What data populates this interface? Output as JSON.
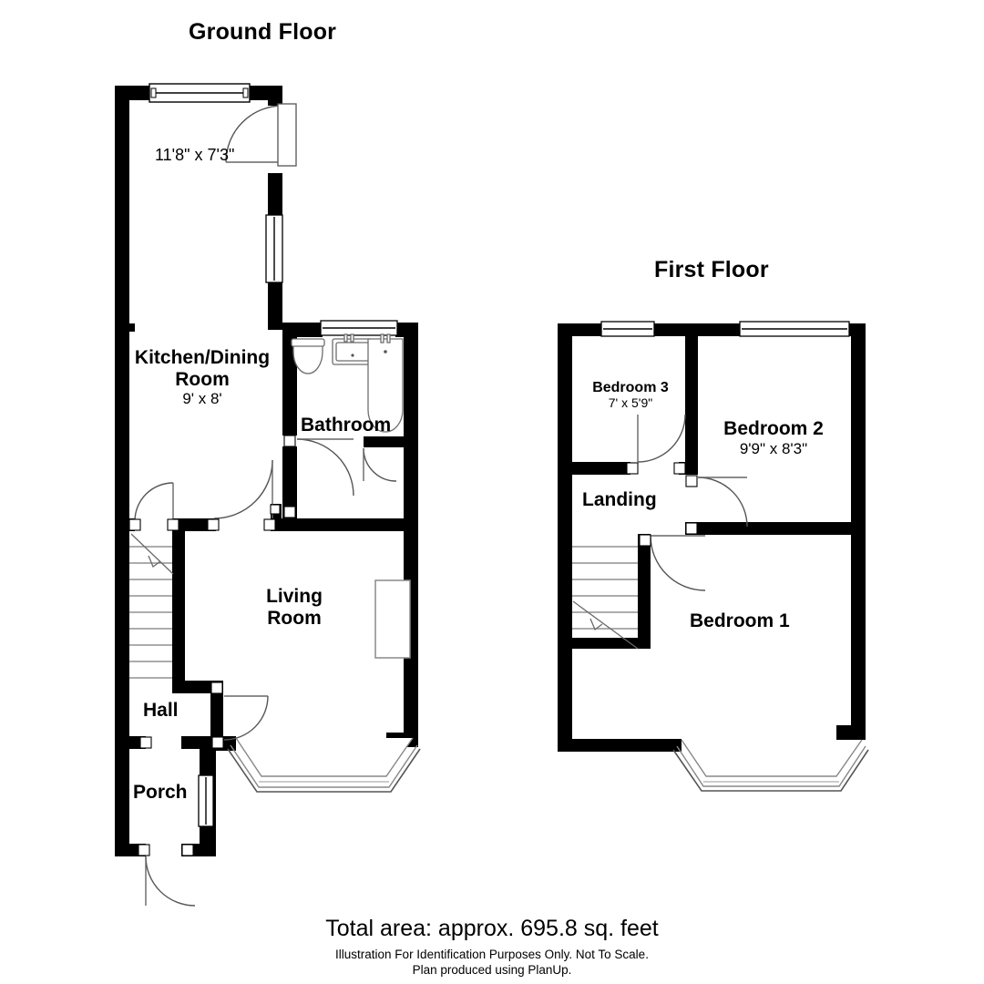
{
  "document": {
    "type": "floor-plan",
    "total_area": "Total area: approx. 695.8 sq. feet",
    "disclaimer_line1": "Illustration For Identification Purposes Only. Not To Scale.",
    "disclaimer_line2": "Plan produced using PlanUp.",
    "wall_color": "#000000",
    "background_color": "#ffffff",
    "text_color": "#000000",
    "fixture_line_color": "#555555"
  },
  "floors": [
    {
      "id": "ground",
      "title": "Ground Floor",
      "rooms": [
        {
          "id": "kitchen-dining",
          "name": "Kitchen/Dining Room",
          "dimensions": "9' x 8'"
        },
        {
          "id": "rear-extension",
          "name": "",
          "dimensions": "11'8\" x 7'3\""
        },
        {
          "id": "bathroom",
          "name": "Bathroom",
          "dimensions": ""
        },
        {
          "id": "living-room",
          "name": "Living Room",
          "dimensions": ""
        },
        {
          "id": "hall",
          "name": "Hall",
          "dimensions": ""
        },
        {
          "id": "porch",
          "name": "Porch",
          "dimensions": ""
        }
      ],
      "features": [
        "staircase",
        "bay-window",
        "front-door",
        "rear-window",
        "bath",
        "wc",
        "sink",
        "fireplace"
      ]
    },
    {
      "id": "first",
      "title": "First Floor",
      "rooms": [
        {
          "id": "bedroom-3",
          "name": "Bedroom 3",
          "dimensions": "7' x 5'9\""
        },
        {
          "id": "bedroom-2",
          "name": "Bedroom 2",
          "dimensions": "9'9\" x 8'3\""
        },
        {
          "id": "bedroom-1",
          "name": "Bedroom 1",
          "dimensions": ""
        },
        {
          "id": "landing",
          "name": "Landing",
          "dimensions": ""
        }
      ],
      "features": [
        "staircase",
        "bay-window",
        "two-windows"
      ]
    }
  ],
  "labels": {
    "ground": {
      "kitchen_name_line1": "Kitchen/Dining",
      "kitchen_name_line2": "Room",
      "kitchen_dim": "9' x 8'",
      "rear_dim": "11'8\" x 7'3\"",
      "bathroom": "Bathroom",
      "living_line1": "Living",
      "living_line2": "Room",
      "hall": "Hall",
      "porch": "Porch"
    },
    "first": {
      "bedroom3_name": "Bedroom 3",
      "bedroom3_dim": "7' x 5'9\"",
      "bedroom2_name": "Bedroom 2",
      "bedroom2_dim": "9'9\" x 8'3\"",
      "bedroom1_name": "Bedroom 1",
      "landing": "Landing"
    }
  }
}
